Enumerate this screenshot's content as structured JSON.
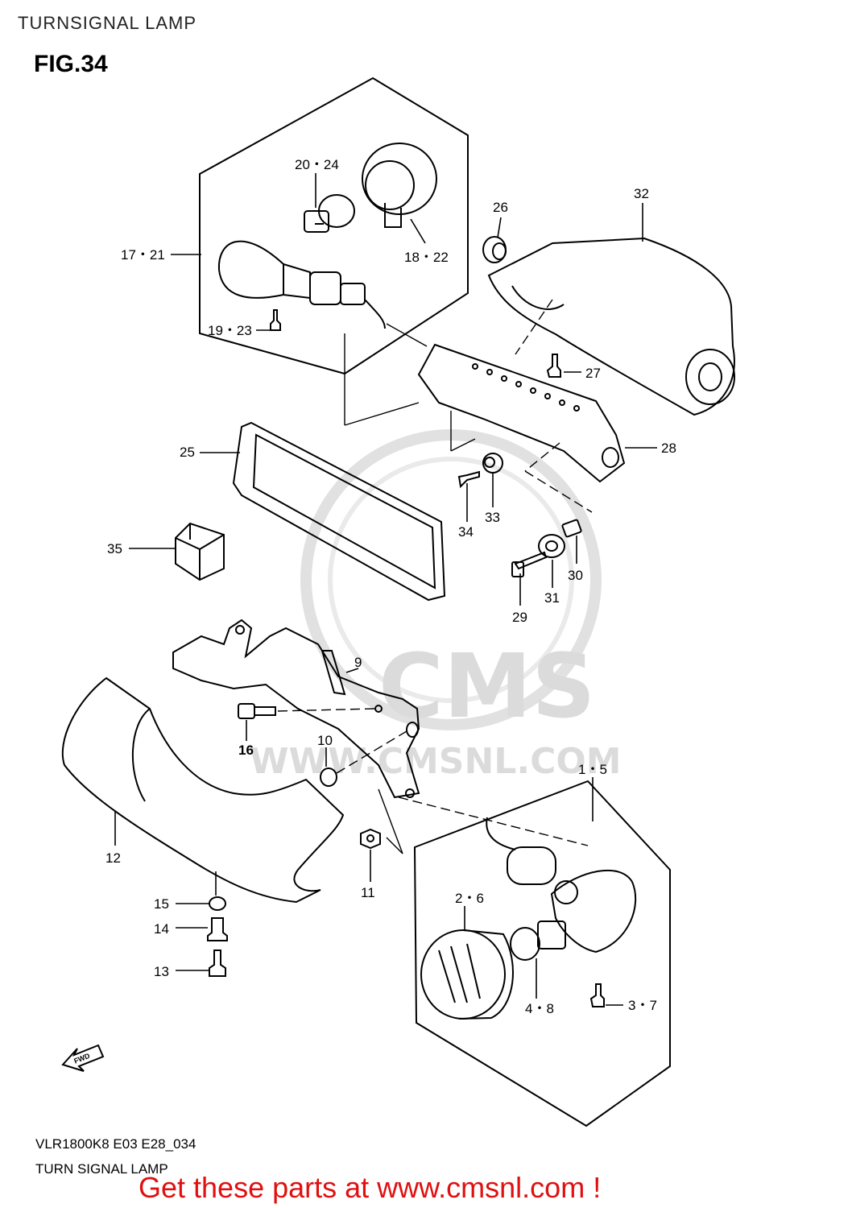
{
  "header": {
    "title": "TURNSIGNAL LAMP"
  },
  "figure": {
    "label": "FIG.34"
  },
  "watermark": {
    "brand": "CMS",
    "site": "WWW.CMSNL.COM"
  },
  "arrow": {
    "label": "FWD"
  },
  "callouts": {
    "c17_21": "17・21",
    "c20_24": "20・24",
    "c18_22": "18・22",
    "c19_23": "19・23",
    "c26": "26",
    "c32": "32",
    "c27": "27",
    "c25": "25",
    "c28": "28",
    "c34": "34",
    "c33": "33",
    "c35": "35",
    "c30": "30",
    "c31": "31",
    "c29": "29",
    "c9": "9",
    "c16": "16",
    "c10": "10",
    "c1_5": "1・5",
    "c12": "12",
    "c11": "11",
    "c2_6": "2・6",
    "c15": "15",
    "c14": "14",
    "c13": "13",
    "c4_8": "4・8",
    "c3_7": "3・7"
  },
  "footer": {
    "model_code": "VLR1800K8 E03 E28_034",
    "name": "TURN SIGNAL LAMP",
    "promo": "Get these parts at www.cmsnl.com !"
  }
}
